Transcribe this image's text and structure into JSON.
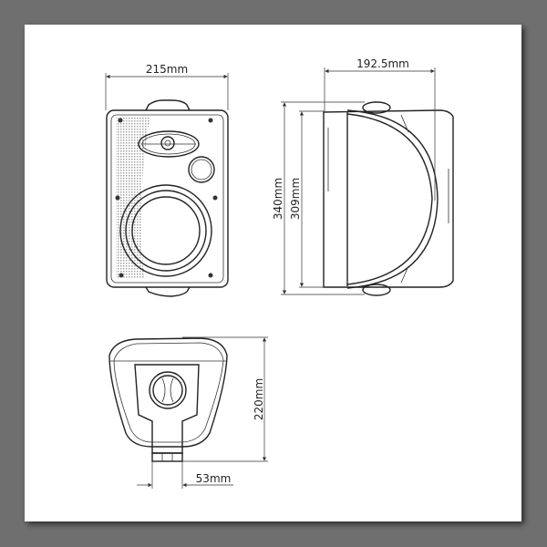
{
  "title": "Speaker dimension drawing",
  "dimensions": {
    "front_width": "215mm",
    "side_depth": "192.5mm",
    "overall_height": "340mm",
    "body_height": "309mm",
    "bracket_depth": "220mm",
    "bracket_width": "53mm"
  }
}
